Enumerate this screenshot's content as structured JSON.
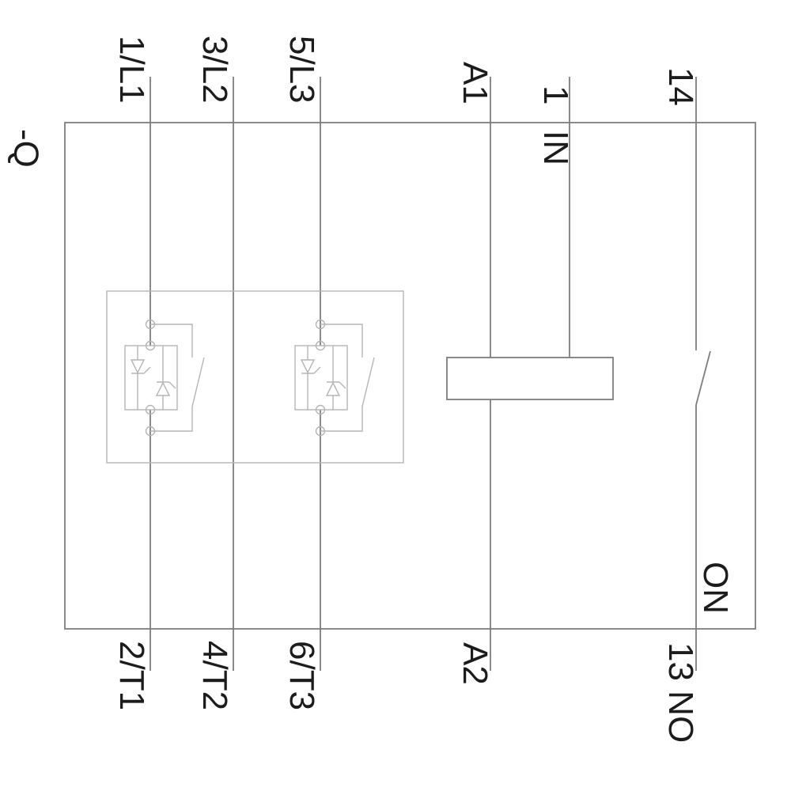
{
  "device": {
    "reference": "-Q"
  },
  "power": {
    "inputs": [
      "1/L1",
      "3/L2",
      "5/L3"
    ],
    "outputs": [
      "2/T1",
      "4/T2",
      "6/T3"
    ]
  },
  "control": {
    "a1": "A1",
    "a2": "A2",
    "in_label": "IN",
    "in_terminal": "1"
  },
  "aux": {
    "top_terminal": "14",
    "bottom_terminal": "13 NO",
    "contact_label": "ON"
  },
  "colors": {
    "line": "#7d7d7d",
    "light": "#b5b5b5",
    "text": "#1c1c1c",
    "background": "#ffffff"
  }
}
